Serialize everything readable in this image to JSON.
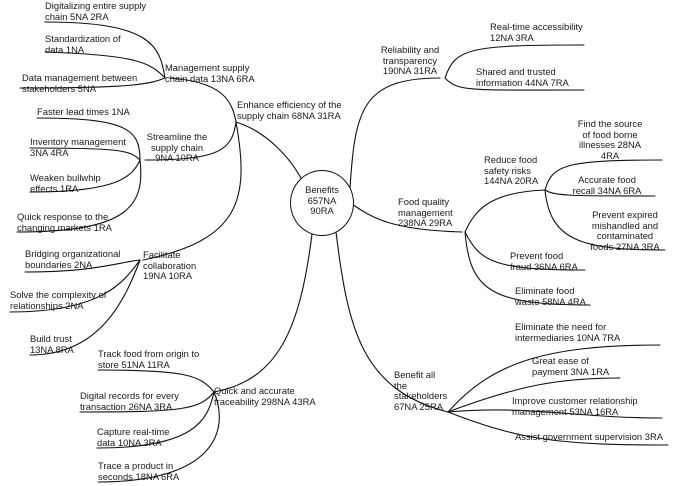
{
  "center": {
    "label": "Benefits\n657NA\n90RA"
  },
  "branches": {
    "efficiency": {
      "label": "Enhance efficiency of the\nsupply chain 68NA 31RA"
    },
    "management": {
      "label": "Management supply\nchain data 13NA 6RA"
    },
    "streamline": {
      "label": "Streamline the\nsupply chain\n9NA 10RA"
    },
    "facilitate": {
      "label": "Facilitate\ncollaboration\n19NA 10RA"
    },
    "traceability": {
      "label": "Quick and accurate\ntraceability 298NA 43RA"
    },
    "reliability": {
      "label": "Reliability and\ntransparency\n190NA 31RA"
    },
    "food_quality": {
      "label": "Food quality\nmanagement\n238NA 29RA"
    },
    "food_safety": {
      "label": "Reduce food\nsafety risks\n144NA 20RA"
    },
    "stakeholders": {
      "label": "Benefit all\nthe\nstakeholders\n67NA 25RA"
    }
  },
  "leaves": {
    "digitalizing": "Digitalizing entire supply\nchain 5NA 2RA",
    "standardization": "Standardization of\ndata 1NA",
    "data_management": "Data management between\nstakeholders 5NA",
    "faster_lead": "Faster lead times 1NA",
    "inventory": "Inventory management\n3NA 4RA",
    "bullwhip": "Weaken bullwhip\neffects 1RA",
    "quick_response": "Quick response to the\nchanging markets 1RA",
    "bridging": "Bridging organizational\nboundaries 2NA",
    "complexity": "Solve the complexity of\nrelationships 2NA",
    "trust": "Build trust\n13NA 8RA",
    "track_food": "Track food from origin to\nstore 51NA 11RA",
    "digital_records": "Digital records for every\ntransaction 26NA 3RA",
    "capture": "Capture real-time\ndata 10NA 3RA",
    "trace_product": "Trace a product in\nseconds 18NA 6RA",
    "realtime": "Real-time accessibility\n12NA 3RA",
    "shared": "Shared and trusted\ninformation 44NA 7RA",
    "borne": "Find the source\nof food borne\nillnesses 28NA\n4RA",
    "recall": "Accurate food\nrecall 34NA 6RA",
    "expired": "Prevent expired\nmishandled and\ncontaminated\nfoods 27NA 3RA",
    "fraud": "Prevent food\nfraud 36NA 6RA",
    "waste": "Eliminate food\nwaste 58NA 4RA",
    "intermediaries": "Eliminate the need for\nintermediaries 10NA 7RA",
    "payment": "Great ease of\npayment 3NA 1RA",
    "crm": "Improve customer relationship\nmanagement 53NA 16RA",
    "government": "Assist government supervision 3RA"
  },
  "colors": {
    "line": "#111111",
    "text": "#1a1a1a",
    "background": "#ffffff"
  }
}
